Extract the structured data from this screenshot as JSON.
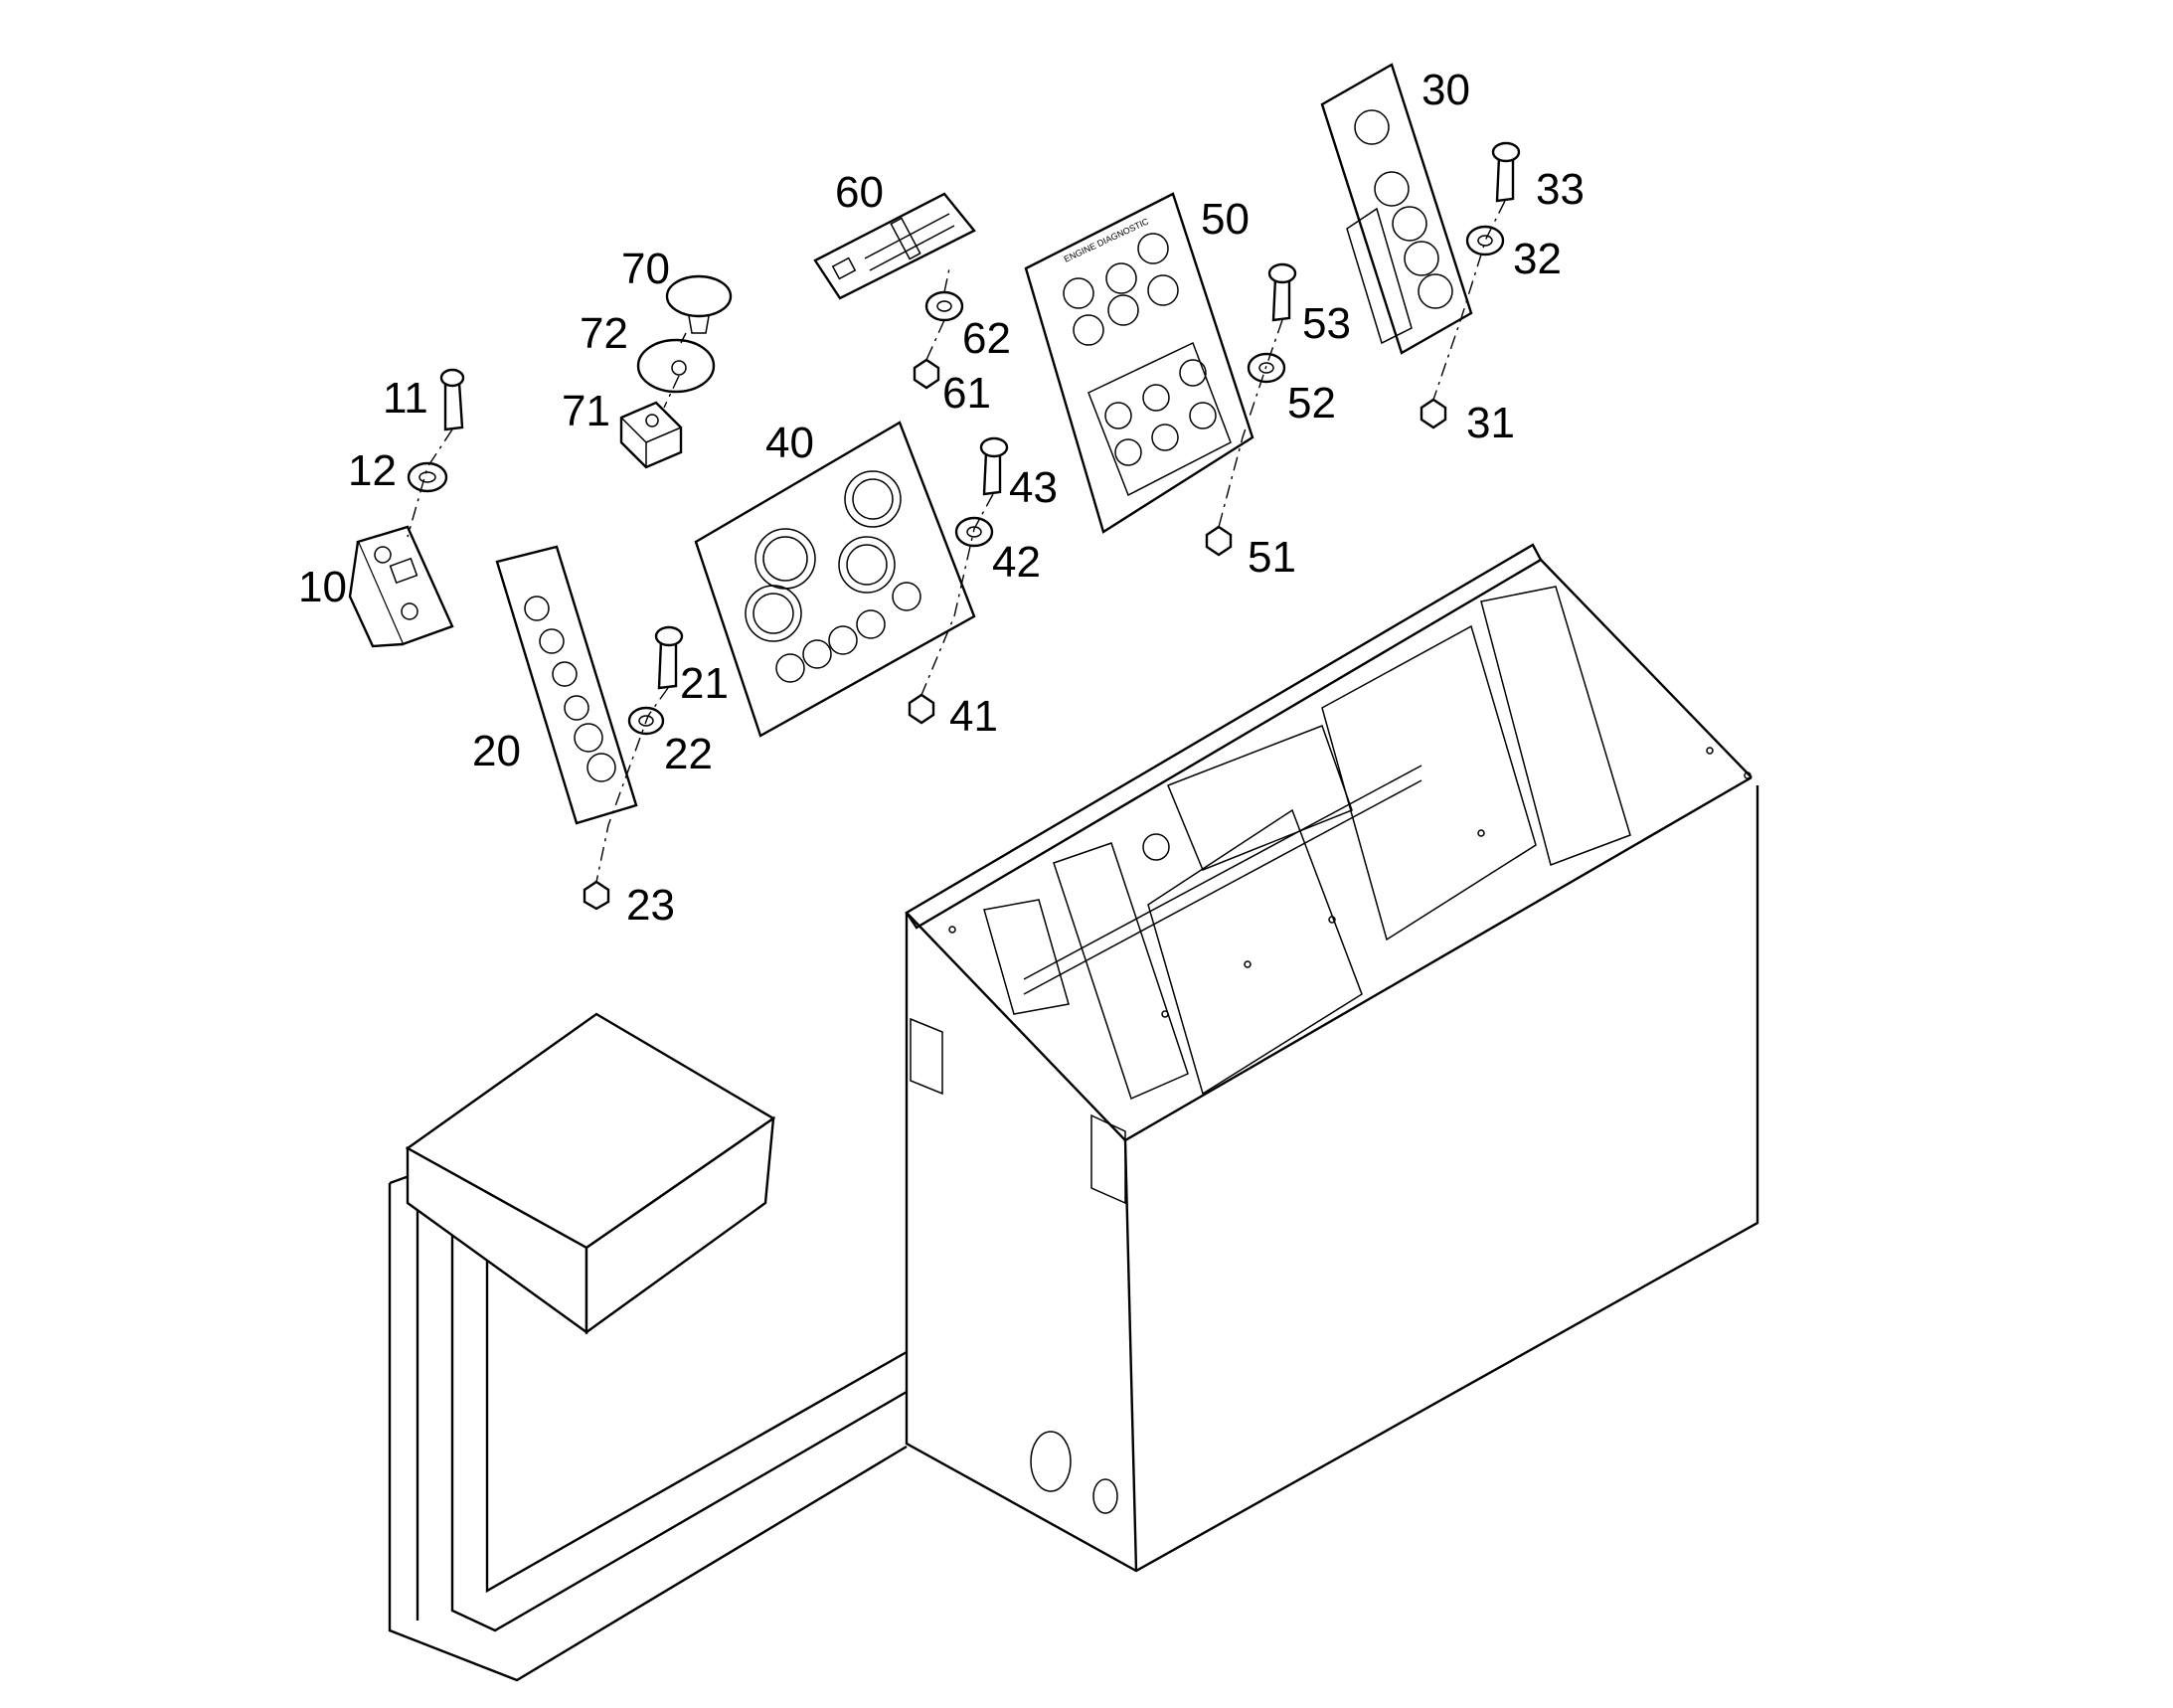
{
  "callouts": {
    "c10": "10",
    "c11": "11",
    "c12": "12",
    "c20": "20",
    "c21": "21",
    "c22": "22",
    "c23": "23",
    "c30": "30",
    "c31": "31",
    "c32": "32",
    "c33": "33",
    "c40": "40",
    "c41": "41",
    "c42": "42",
    "c43": "43",
    "c50": "50",
    "c51": "51",
    "c52": "52",
    "c53": "53",
    "c60": "60",
    "c61": "61",
    "c62": "62",
    "c70": "70",
    "c71": "71",
    "c72": "72"
  },
  "panel_50": {
    "header": "ENGINE DIAGNOSTIC"
  },
  "colors": {
    "line": "#000000",
    "background": "#ffffff"
  }
}
